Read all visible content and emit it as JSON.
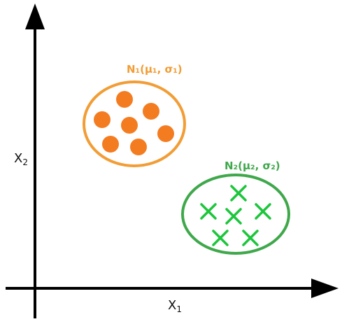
{
  "axes": {
    "x_label_main": "X",
    "x_label_sub": "1",
    "y_label_main": "X",
    "y_label_sub": "2",
    "color": "#000000"
  },
  "clusters": [
    {
      "label": "N₁(μ₁, σ₁)",
      "color": "#f29d35",
      "point_color": "#f47c20",
      "marker": "circle",
      "point_count": 7
    },
    {
      "label": "N₂(μ₂, σ₂)",
      "color": "#3fa84b",
      "point_color": "#1cc63b",
      "marker": "cross",
      "point_count": 6
    }
  ]
}
